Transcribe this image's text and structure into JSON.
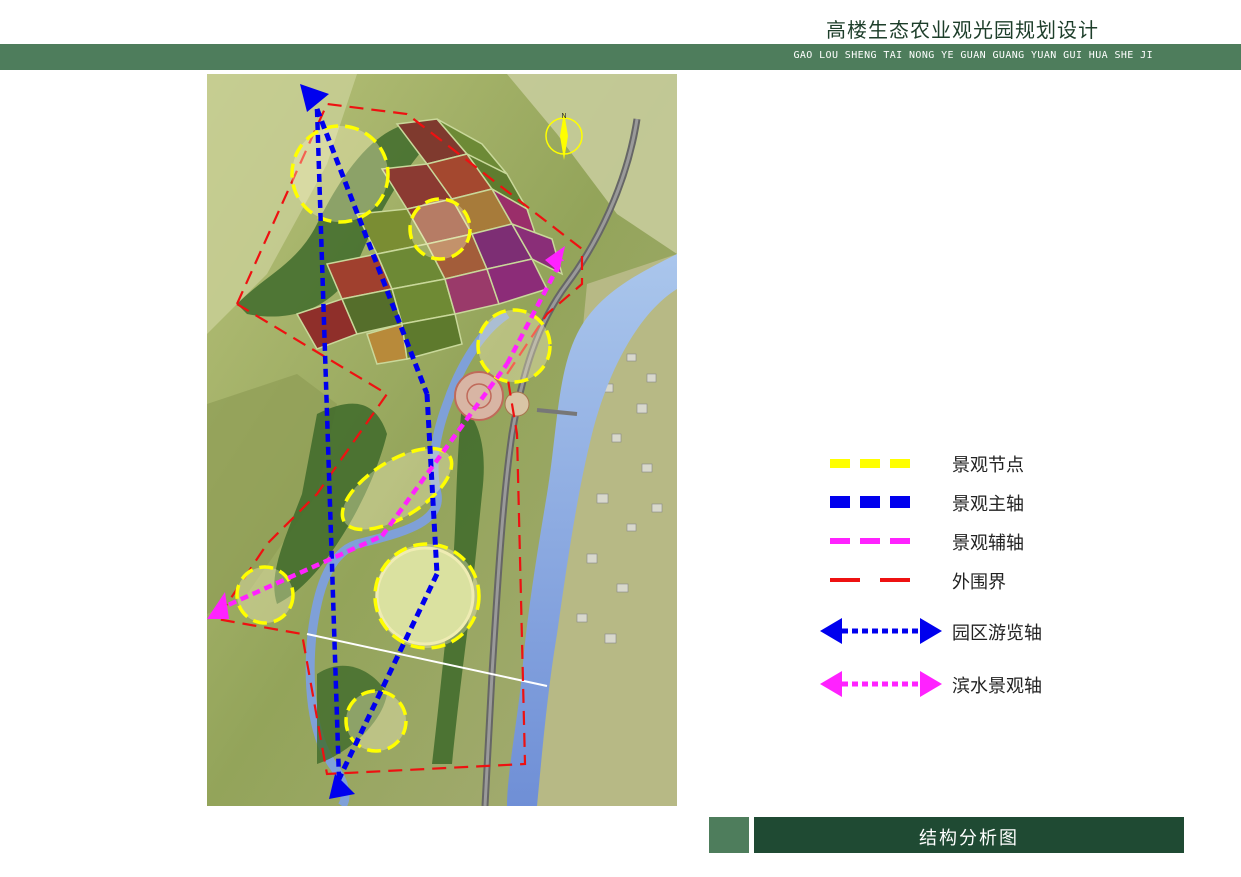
{
  "header": {
    "title_cn": "高楼生态农业观光园规划设计",
    "title_en": "GAO LOU SHENG TAI NONG YE GUAN GUANG YUAN GUI HUA SHE JI"
  },
  "map": {
    "compass_letter": "N"
  },
  "legend": {
    "items": [
      {
        "label": "景观节点",
        "symbol": "dashed-line",
        "color": "#ffff00"
      },
      {
        "label": "景观主轴",
        "symbol": "dashed-line",
        "color": "#0000ee"
      },
      {
        "label": "景观辅轴",
        "symbol": "dashed-line",
        "color": "#ff22ff"
      },
      {
        "label": "外围界",
        "symbol": "dashed-line",
        "color": "#ee1111"
      },
      {
        "label": "园区游览轴",
        "symbol": "double-arrow-dotted",
        "color": "#0000ee"
      },
      {
        "label": "滨水景观轴",
        "symbol": "double-arrow-dotted",
        "color": "#ff22ff"
      }
    ]
  },
  "footer": {
    "label": "结构分析图"
  }
}
